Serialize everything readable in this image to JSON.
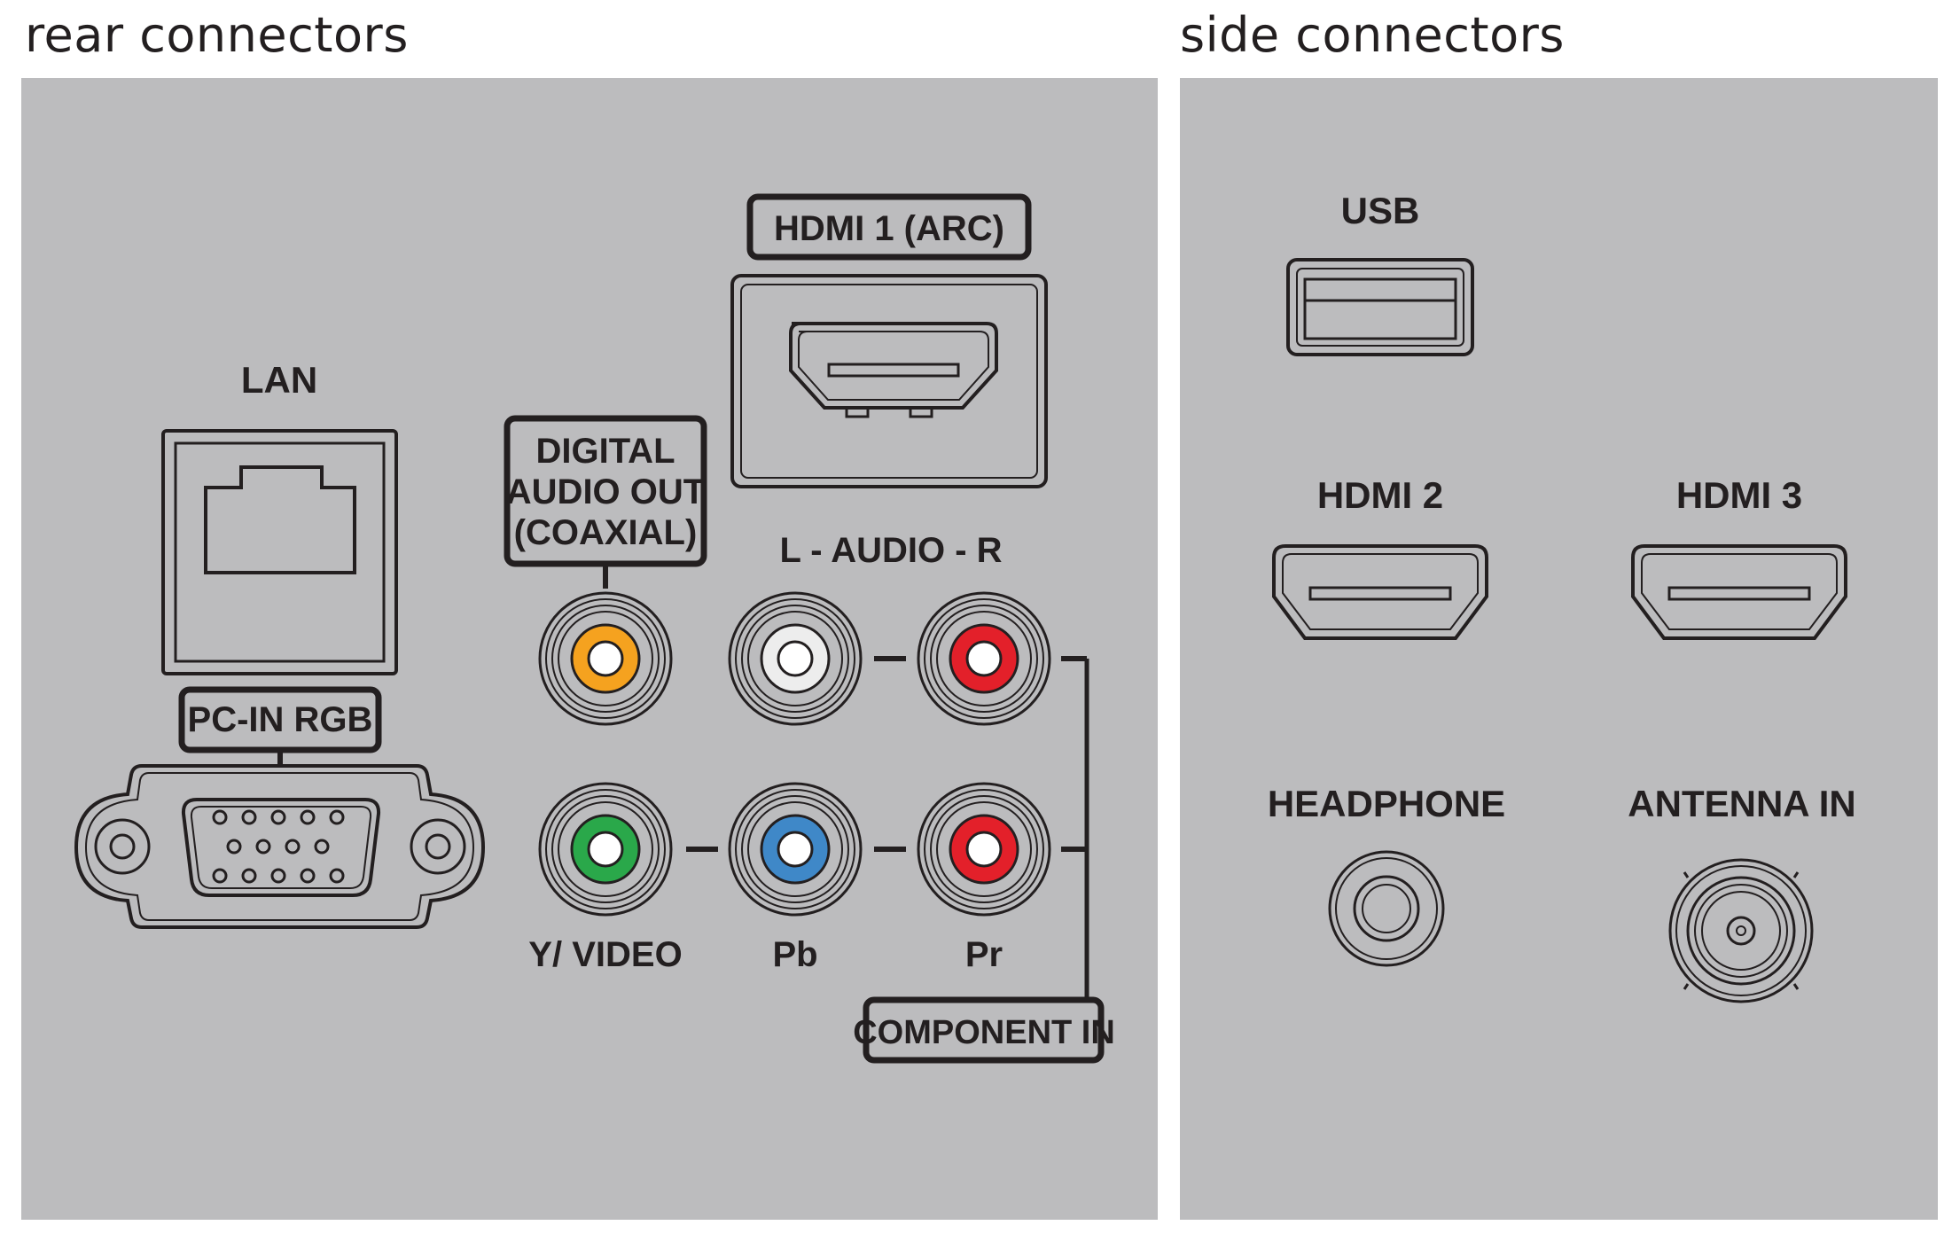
{
  "sections": {
    "rear": {
      "title": "rear connectors"
    },
    "side": {
      "title": "side connectors"
    }
  },
  "rear": {
    "lan": "LAN",
    "pc_in": "PC-IN RGB",
    "digital_audio": [
      "DIGITAL",
      "AUDIO OUT",
      "(COAXIAL)"
    ],
    "hdmi1": "HDMI 1 (ARC)",
    "audio": "L - AUDIO - R",
    "y_video": "Y/ VIDEO",
    "pb": "Pb",
    "pr": "Pr",
    "component_in": "COMPONENT IN"
  },
  "side": {
    "usb": "USB",
    "hdmi2": "HDMI 2",
    "hdmi3": "HDMI 3",
    "headphone": "HEADPHONE",
    "antenna": "ANTENNA IN"
  },
  "colors": {
    "panel": "#bcbcbe",
    "ink": "#231f20",
    "jack_orange": "#f5a21f",
    "jack_white": "#ededed",
    "jack_red": "#e3202a",
    "jack_green": "#2aa84a",
    "jack_blue": "#3f88c8"
  }
}
